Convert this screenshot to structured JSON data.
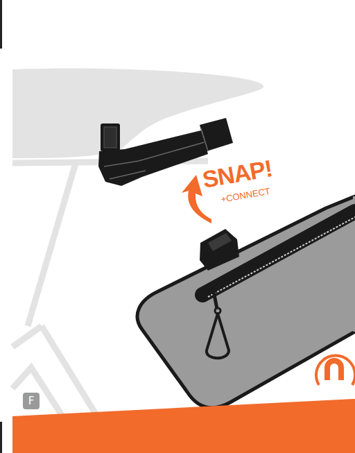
{
  "diagram": {
    "nodes": [
      {
        "text": [
          "F"
        ]
      }
    ],
    "labels": [
      "SNAP!",
      "+CONNECT"
    ]
  }
}
